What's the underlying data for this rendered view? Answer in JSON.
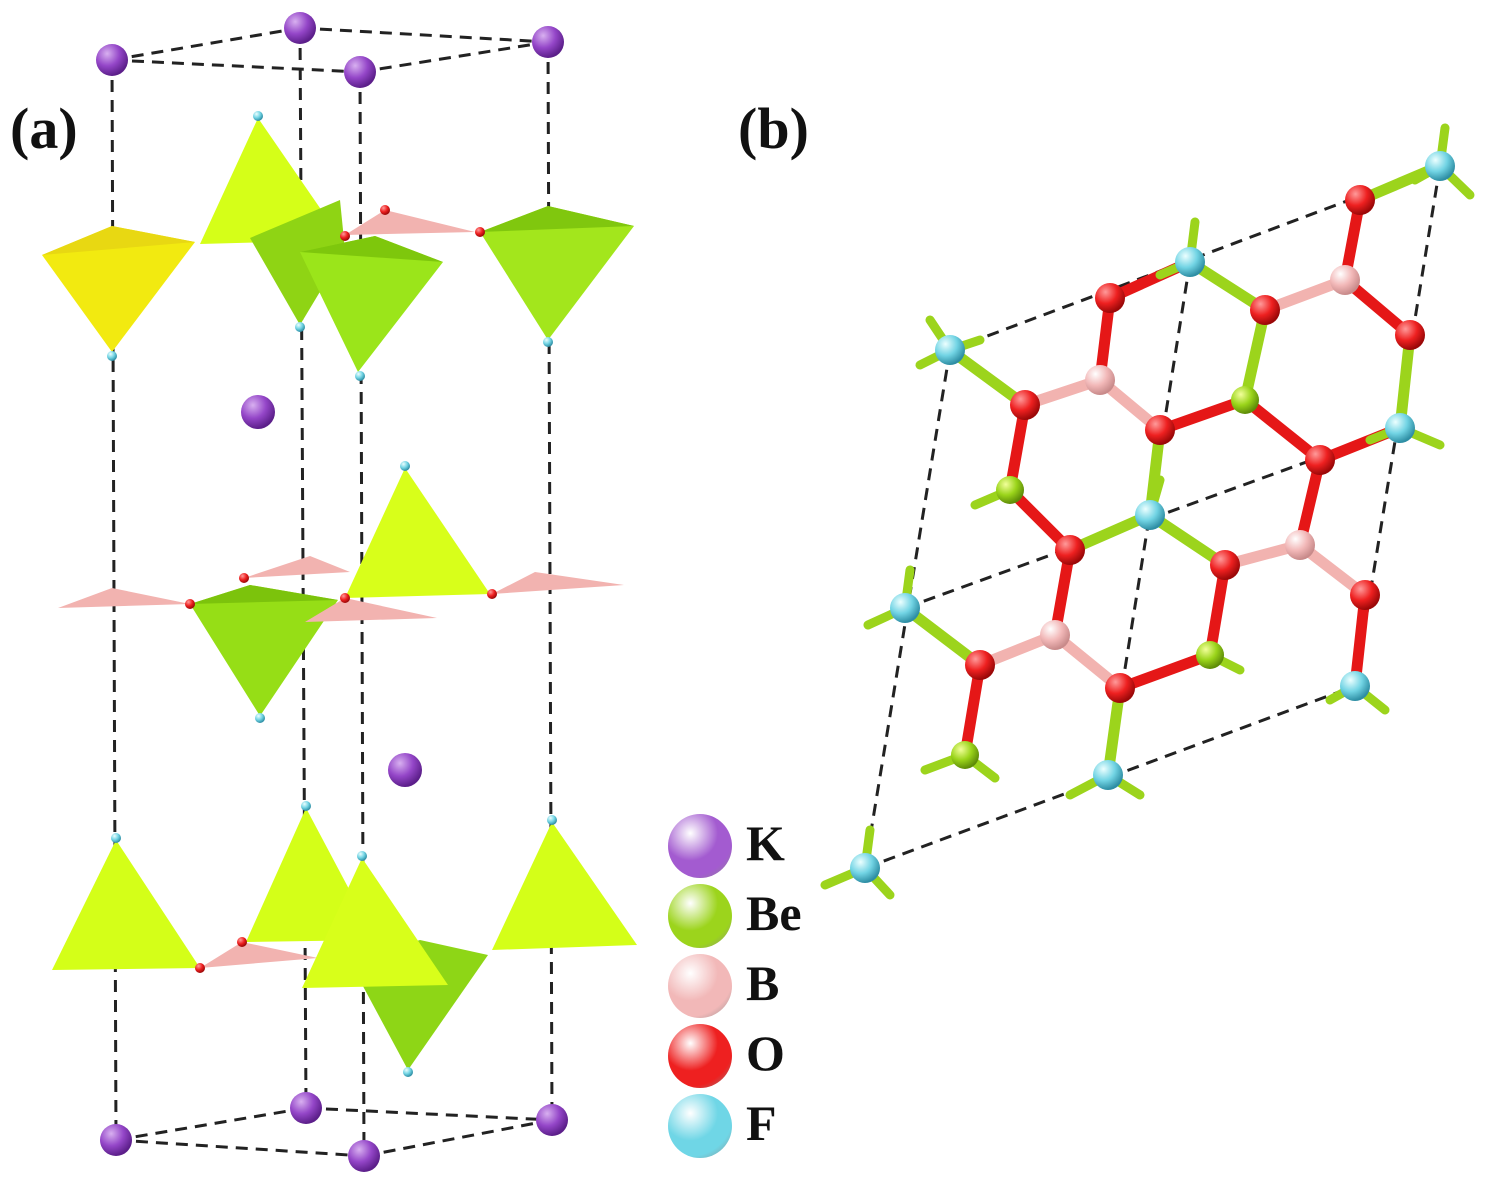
{
  "panels": {
    "a": "(a)",
    "b": "(b)"
  },
  "legend": [
    {
      "element": "K",
      "color": "#a35bd0"
    },
    {
      "element": "Be",
      "color": "#9cd41c"
    },
    {
      "element": "B",
      "color": "#f2b8b8"
    },
    {
      "element": "O",
      "color": "#ee2020"
    },
    {
      "element": "F",
      "color": "#6fd6e6"
    }
  ],
  "colors": {
    "k_atom": "#8a3fc0",
    "be_tetra_light": "#d8ff1a",
    "be_tetra_mid": "#a8e81a",
    "be_tetra_dark": "#7ec70c",
    "be_tetra_yellow": "#f4ee18",
    "b_triangle": "#f2b3b0",
    "o_atom": "#e51717",
    "f_atom": "#7ad6e8",
    "cell_line": "#222222"
  }
}
